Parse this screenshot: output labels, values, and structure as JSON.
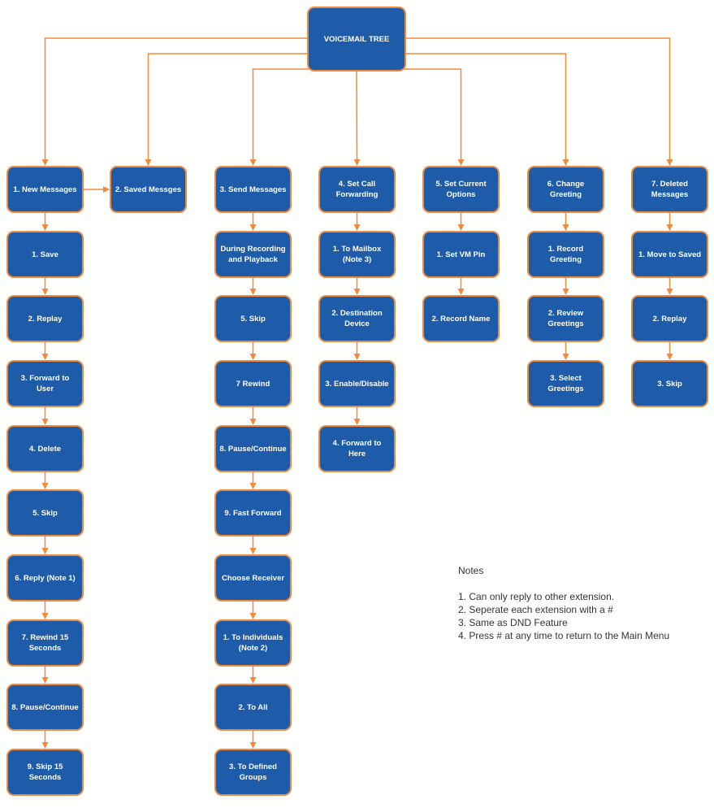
{
  "root": {
    "label": "VOICEMAIL TREE"
  },
  "colors": {
    "box_fill": "#1e5ba8",
    "box_border": "#f08a3c",
    "connector": "#f08a3c",
    "text": "#ffffff"
  },
  "columns": [
    {
      "id": "col1",
      "items": [
        "1. New Messages",
        "1. Save",
        "2. Replay",
        "3. Forward to User",
        "4. Delete",
        "5. Skip",
        "6. Reply (Note 1)",
        "7. Rewind 15\nSeconds",
        "8. Pause/Continue",
        "9. Skip 15 Seconds"
      ]
    },
    {
      "id": "col2",
      "items": [
        "2. Saved Messges"
      ]
    },
    {
      "id": "col3",
      "items": [
        "3. Send Messages",
        "During Recording\nand Playback",
        "5. Skip",
        "7 Rewind",
        "8. Pause/Continue",
        "9. Fast Forward",
        "Choose Receiver",
        "1. To Individuals\n(Note 2)",
        "2. To All",
        "3. To Defined\nGroups"
      ]
    },
    {
      "id": "col4",
      "items": [
        "4. Set Call\nForwarding",
        "1. To Mailbox\n(Note 3)",
        "2. Destination\nDevice",
        "3. Enable/Disable",
        "4. Forward to Here"
      ]
    },
    {
      "id": "col5",
      "items": [
        "5. Set Current\nOptions",
        "1. Set VM Pin",
        "2. Record Name"
      ]
    },
    {
      "id": "col6",
      "items": [
        "6. Change\nGreeting",
        "1. Record Greeting",
        "2. Review\nGreetings",
        "3. Select Greetings"
      ]
    },
    {
      "id": "col7",
      "items": [
        "7. Deleted\nMessages",
        "1. Move to Saved",
        "2. Replay",
        "3. Skip"
      ]
    }
  ],
  "notes": {
    "title": "Notes",
    "items": [
      "1. Can only reply to other extension.",
      "2. Seperate each extension with a #",
      "3. Same as DND Feature",
      "4. Press # at any time to return to the Main Menu"
    ]
  }
}
